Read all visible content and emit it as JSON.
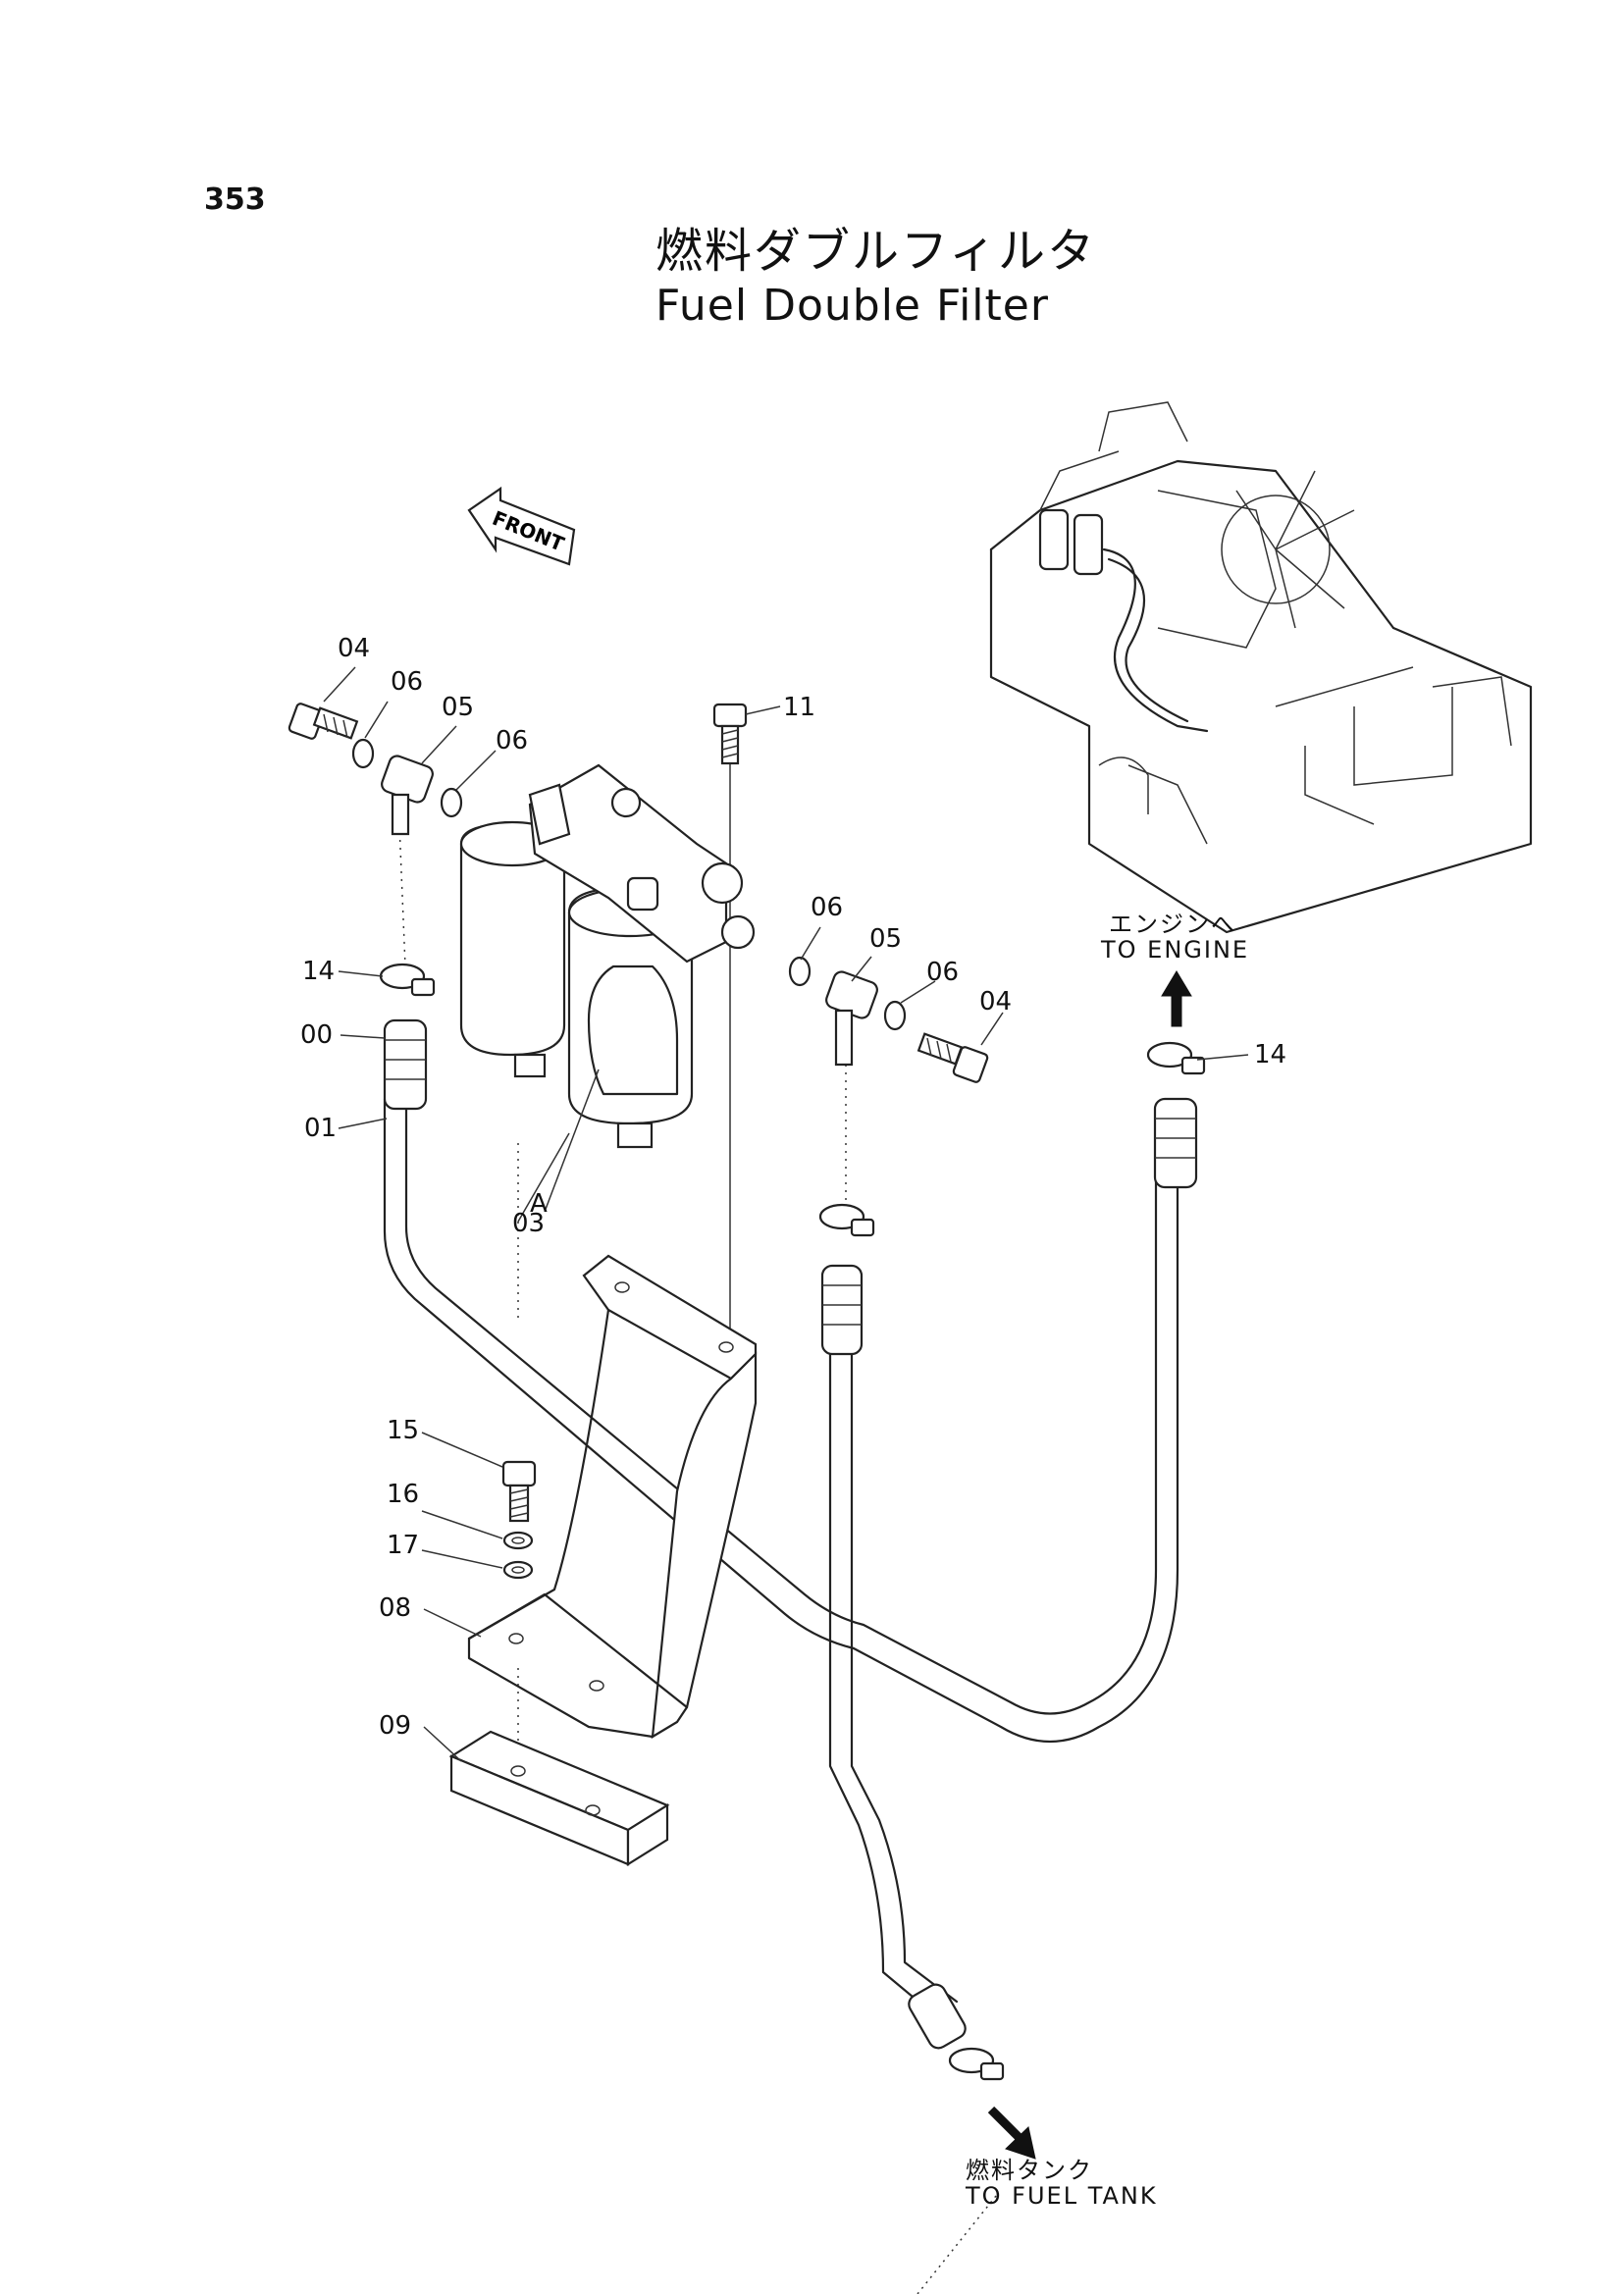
{
  "page_number": "353",
  "title_ja": "燃料ダブルフィルタ",
  "title_en": "Fuel Double Filter",
  "front_label": "FRONT",
  "callouts": {
    "bolt_left": "04",
    "washer_left_a": "06",
    "eye_joint_left": "05",
    "washer_left_b": "06",
    "bolt_top": "11",
    "clamp_left": "14",
    "hose_end": "00",
    "hose": "01",
    "element_a": "A",
    "filter": "03",
    "washer_right_a": "06",
    "eye_joint_right": "05",
    "washer_right_b": "06",
    "bolt_right": "04",
    "clamp_right": "14",
    "bolt_bracket": "15",
    "lock_washer": "16",
    "washer_bracket": "17",
    "bracket": "08",
    "block": "09"
  },
  "destinations": {
    "engine_ja": "エンジンへ",
    "engine_en": "TO ENGINE",
    "tank_ja": "燃料タンク",
    "tank_en": "TO FUEL TANK"
  }
}
